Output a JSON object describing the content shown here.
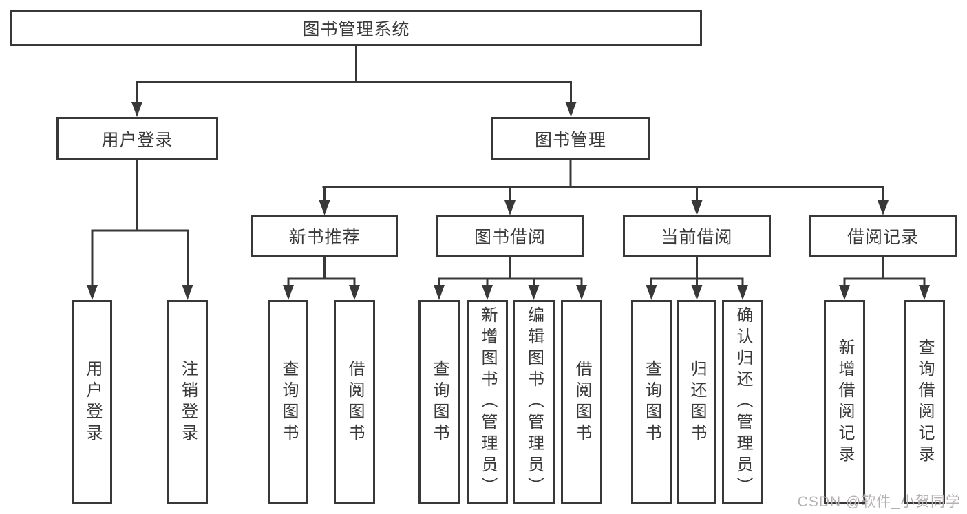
{
  "diagram": {
    "title": "图书管理系统",
    "branches": [
      {
        "label": "用户登录",
        "children": [
          "用户登录",
          "注销登录"
        ]
      },
      {
        "label": "图书管理",
        "children": [
          {
            "label": "新书推荐",
            "children": [
              "查询图书",
              "借阅图书"
            ]
          },
          {
            "label": "图书借阅",
            "children": [
              "查询图书",
              "新增图书（管理员）",
              "编辑图书（管理员）",
              "借阅图书"
            ]
          },
          {
            "label": "当前借阅",
            "children": [
              "查询图书",
              "归还图书",
              "确认归还（管理员）"
            ]
          },
          {
            "label": "借阅记录",
            "children": [
              "新增借阅记录",
              "查询借阅记录"
            ]
          }
        ]
      }
    ]
  },
  "watermark": "CSDN @软件_小贺同学",
  "colors": {
    "line": "#383838",
    "text": "#3a3a3a",
    "watermark": "#b5b0b0",
    "background": "#ffffff"
  }
}
